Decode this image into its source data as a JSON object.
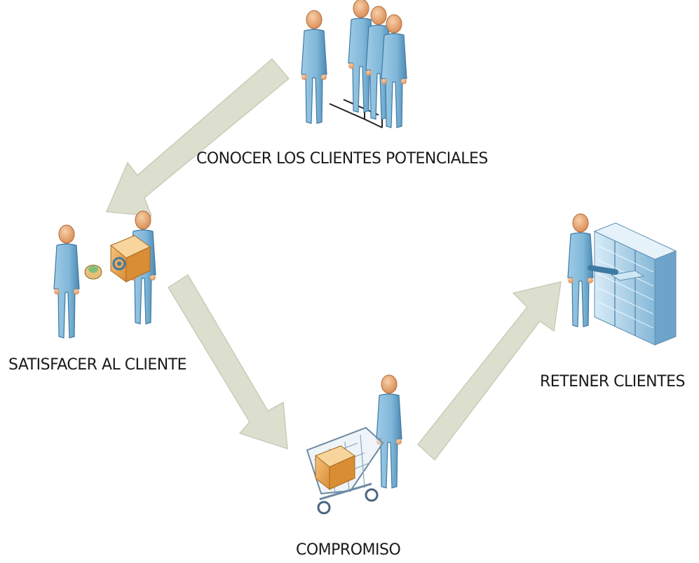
{
  "stages": [
    {
      "id": "prospects",
      "label": "CONOCER LOS CLIENTES POTENCIALES",
      "icon": "group-of-people-icon"
    },
    {
      "id": "satisfy",
      "label": "SATISFACER AL CLIENTE",
      "icon": "handing-over-package-icon"
    },
    {
      "id": "commit",
      "label": "COMPROMISO",
      "icon": "shopping-cart-icon"
    },
    {
      "id": "retain",
      "label": "RETENER CLIENTES",
      "icon": "server-rack-icon"
    }
  ],
  "colors": {
    "arrow_fill": "#dcdfcd",
    "arrow_stroke": "#c9ccb9",
    "person_body": "#7fb7d8",
    "person_shade": "#4d89b4",
    "skin": "#e8a877",
    "box": "#e7a04a",
    "server": "#a9cfe6",
    "text": "#1a1a1a"
  }
}
